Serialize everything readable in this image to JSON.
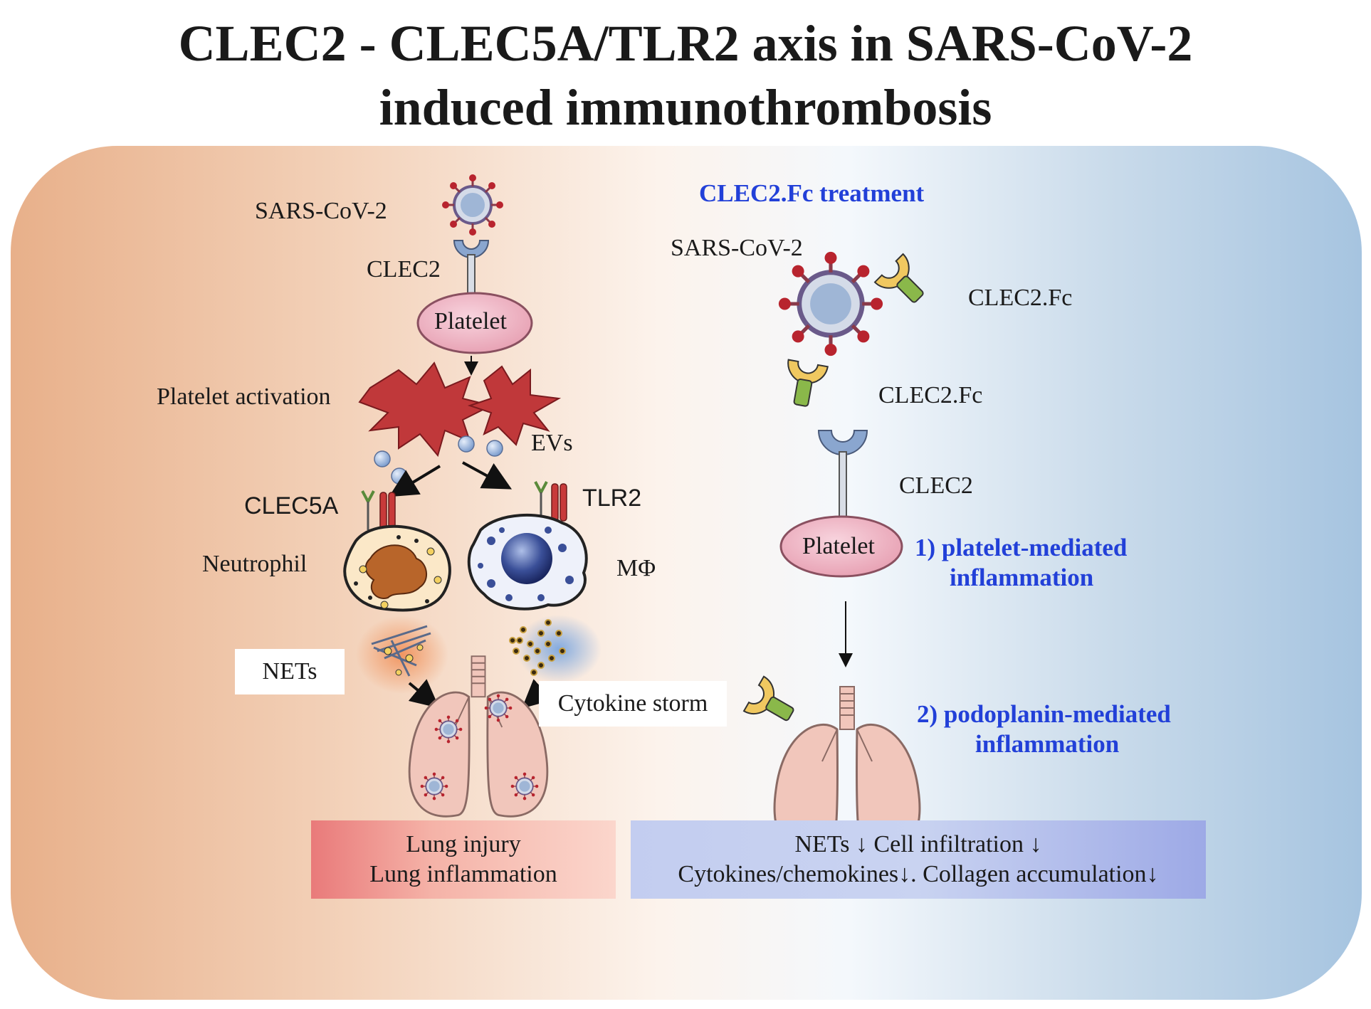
{
  "title": {
    "line1": "CLEC2 - CLEC5A/TLR2 axis in SARS-CoV-2",
    "line2": "induced immunothrombosis"
  },
  "left": {
    "virus_label": "SARS-CoV-2",
    "receptor_label": "CLEC2",
    "platelet_label": "Platelet",
    "activation_label": "Platelet activation",
    "evs_label": "EVs",
    "clec5a_label": "CLEC5A",
    "tlr2_label": "TLR2",
    "neutrophil_label": "Neutrophil",
    "macrophage_label": "MΦ",
    "nets_label": "NETs",
    "cytokine_label": "Cytokine storm",
    "outcome_line1": "Lung injury",
    "outcome_line2": "Lung inflammation"
  },
  "right": {
    "treatment_label": "CLEC2.Fc treatment",
    "virus_label": "SARS-CoV-2",
    "clec2fc_label_1": "CLEC2.Fc",
    "clec2fc_label_2": "CLEC2.Fc",
    "receptor_label": "CLEC2",
    "platelet_label": "Platelet",
    "effect1_line1": "1) platelet-mediated",
    "effect1_line2": "inflammation",
    "effect2_line1": "2) podoplanin-mediated",
    "effect2_line2": "inflammation",
    "outcome_line1": "NETs ↓   Cell infiltration ↓",
    "outcome_line2": "Cytokines/chemokines↓.   Collagen accumulation↓"
  },
  "colors": {
    "treatment_text": "#2240d8",
    "platelet_fill": "#f0b7c6",
    "activated_platelet": "#c0383a",
    "receptor": "#8aa6cf",
    "fc_cup": "#f0c860",
    "fc_stem": "#8ab84a",
    "lung": "#f1c6bb"
  }
}
